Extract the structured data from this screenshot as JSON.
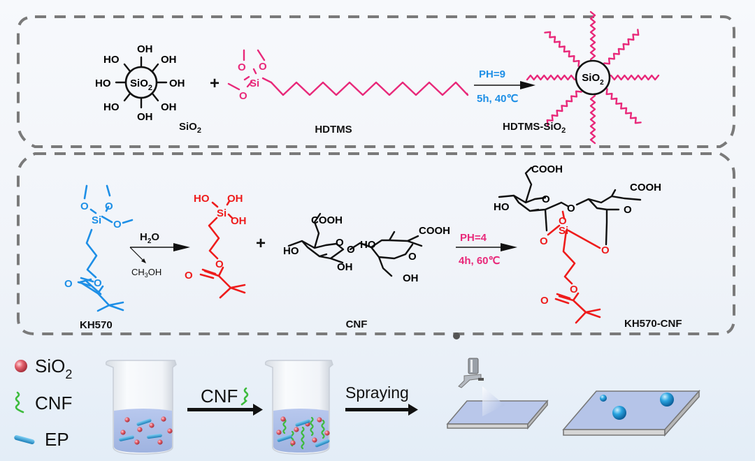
{
  "panel1": {
    "sio2_label": "SiO",
    "sio2_sub": "2",
    "oh": "OH",
    "ho": "HO",
    "core_text": "SiO",
    "core_sub": "2",
    "plus": "+",
    "hdtms_label": "HDTMS",
    "hdtms_atoms": {
      "o": "O",
      "si": "Si"
    },
    "condition_top": "PH=9",
    "condition_bottom": "5h, 40℃",
    "product_label": "HDTMS-SiO",
    "product_sub": "2",
    "product_core": "SiO",
    "product_core_sub": "2"
  },
  "panel2": {
    "kh570_label": "KH570",
    "atoms": {
      "o": "O",
      "si": "Si",
      "oh": "OH",
      "ho": "HO",
      "cooh": "COOH"
    },
    "hydrolysis_reagent": "H",
    "hydrolysis_reagent_sub": "2",
    "hydrolysis_reagent_tail": "O",
    "byproduct": "CH",
    "byproduct_sub": "3",
    "byproduct_tail": "OH",
    "plus": "+",
    "cnf_label": "CNF",
    "condition_top": "PH=4",
    "condition_bottom": "4h, 60℃",
    "product_label": "KH570-CNF"
  },
  "process": {
    "legend": [
      {
        "icon": "sio2-particle-icon",
        "label": "SiO",
        "sub": "2"
      },
      {
        "icon": "cnf-fiber-icon",
        "label": "CNF",
        "sub": ""
      },
      {
        "icon": "ep-rod-icon",
        "label": "EP",
        "sub": ""
      }
    ],
    "step1_label": "CNF",
    "step2_label": "Spraying"
  },
  "colors": {
    "hdtms": "#e8297a",
    "condition_ph9": "#1e8fe6",
    "condition_ph4": "#e8297a",
    "kh570": "#1e8fe6",
    "silanol": "#ee1c1c",
    "dash": "#7a7a7a",
    "liquid": "#aebfe6",
    "sio2_particle": "#e05a66",
    "cnf_fiber": "#3dbb3d",
    "ep_rod": "#2a9ad0",
    "droplet": "#1e9ad8"
  }
}
